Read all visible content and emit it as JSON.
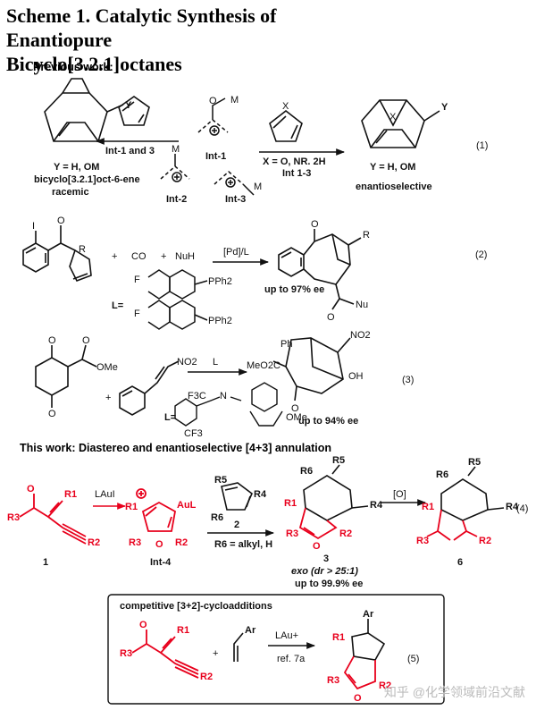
{
  "title_line1": "Scheme 1. Catalytic Synthesis of Enantiopure",
  "title_line2": "Bicyclo[3.2.1]octanes",
  "previous_work": "Previous work:",
  "this_work": "This work: Diastereo and enantioselective [4+3] annulation",
  "eq1": {
    "left_arrow": "Int-1 and 3",
    "left_y": "Y = H, OM",
    "left_name": "bicyclo[3.2.1]oct-6-ene",
    "left_note": "racemic",
    "int1": "Int-1",
    "int2": "Int-2",
    "int3": "Int-3",
    "metal": "M",
    "right_cond1": "X = O, NR. 2H",
    "right_cond2": "Int 1-3",
    "right_y": "Y = H, OM",
    "right_note": "enantioselective",
    "x_label": "X",
    "y_label": "Y",
    "number": "(1)"
  },
  "eq2": {
    "plus1": "+",
    "co": "CO",
    "plus2": "+",
    "nuh": "NuH",
    "catalyst": "[Pd]/L",
    "ligand_label": "L=",
    "pph2_a": "PPh2",
    "pph2_b": "PPh2",
    "ee": "up to 97% ee",
    "nu": "Nu",
    "r_sub": "R",
    "r_prod": "R",
    "i_sub": "I",
    "number": "(2)"
  },
  "eq3": {
    "ome": "OMe",
    "no2": "NO2",
    "plus": "+",
    "cat": "L",
    "ligand_label": "L=",
    "cf3_a": "F3C",
    "cf3_b": "CF3",
    "ome_lig": "OMe",
    "ph": "Ph",
    "no2_prod": "NO2",
    "meo2c": "MeO2C",
    "oh": "OH",
    "ee": "up to 94% ee",
    "number": "(3)"
  },
  "eq4": {
    "r1": "R1",
    "r2": "R2",
    "r3": "R3",
    "r4": "R4",
    "r5": "R5",
    "r6": "R6",
    "cat": "LAuI",
    "int4": "Int-4",
    "aul": "AuL",
    "cmpd1": "1",
    "cmpd2": "2",
    "r6_cond": "R6 = alkyl, H",
    "cmpd3": "3",
    "exo": "exo (dr > 25:1)",
    "ee": "up to 99.9% ee",
    "ox": "[O]",
    "cmpd6": "6",
    "number": "(4)"
  },
  "eq5": {
    "box_title": "competitive [3+2]-cycloadditions",
    "plus": "+",
    "ar": "Ar",
    "cat": "LAu+",
    "ref": "ref. 7a",
    "number": "(5)"
  },
  "watermark": "知乎 @化学领域前沿文献"
}
